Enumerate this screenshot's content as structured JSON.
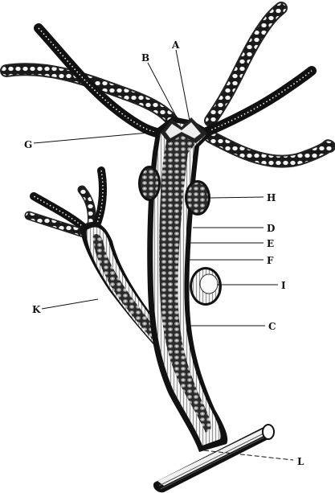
{
  "diagram": {
    "labels": {
      "A": "A",
      "B": "B",
      "G": "G",
      "H": "H",
      "D": "D",
      "E": "E",
      "F": "F",
      "I": "I",
      "C": "C",
      "K": "K",
      "L": "L"
    }
  }
}
